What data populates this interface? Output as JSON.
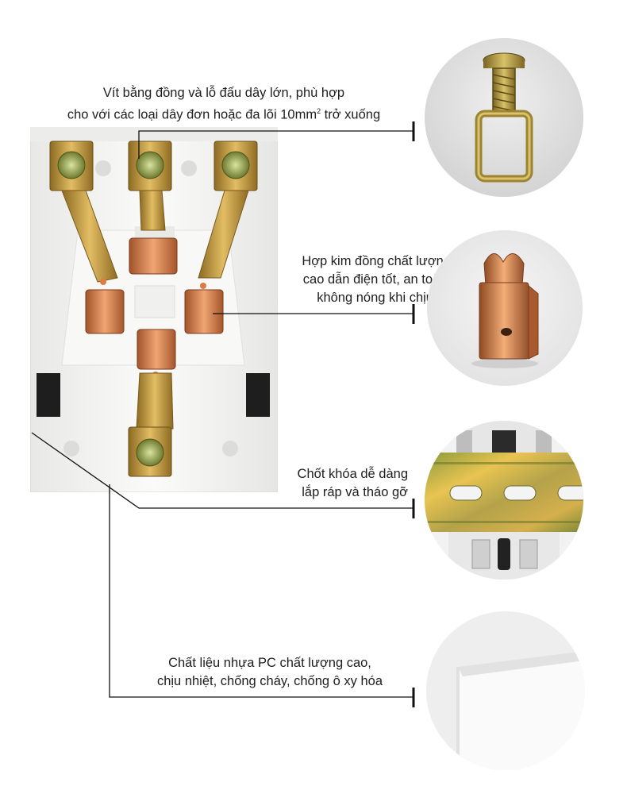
{
  "callouts": [
    {
      "id": "screw",
      "lines": [
        "Vít bằng đồng và lỗ đấu dây lớn, phù hợp",
        "cho với các loại dây đơn hoặc đa lõi 10mm",
        "2",
        " trở xuống"
      ],
      "icon": "brass-screw-clamp-photo"
    },
    {
      "id": "contact",
      "lines": [
        "Hợp kim đồng chất lượng",
        "cao dẫn điện tốt, an toàn,",
        "không nóng khi chịu tải"
      ],
      "icon": "copper-contact-photo"
    },
    {
      "id": "latch",
      "lines": [
        "Chốt khóa dễ dàng",
        "lắp ráp và tháo gỡ"
      ],
      "icon": "din-rail-latch-photo"
    },
    {
      "id": "plastic",
      "lines": [
        "Chất liệu nhựa PC chất lượng cao,",
        "chịu nhiệt, chống cháy, chống ô xy hóa"
      ],
      "icon": "pc-plastic-sample-photo"
    }
  ],
  "colors": {
    "circle_bg": "#e4e4e4",
    "brass": "#c89a3a",
    "copper": "#d98a4e",
    "housing": "#f4f4f2",
    "line": "#111111"
  }
}
